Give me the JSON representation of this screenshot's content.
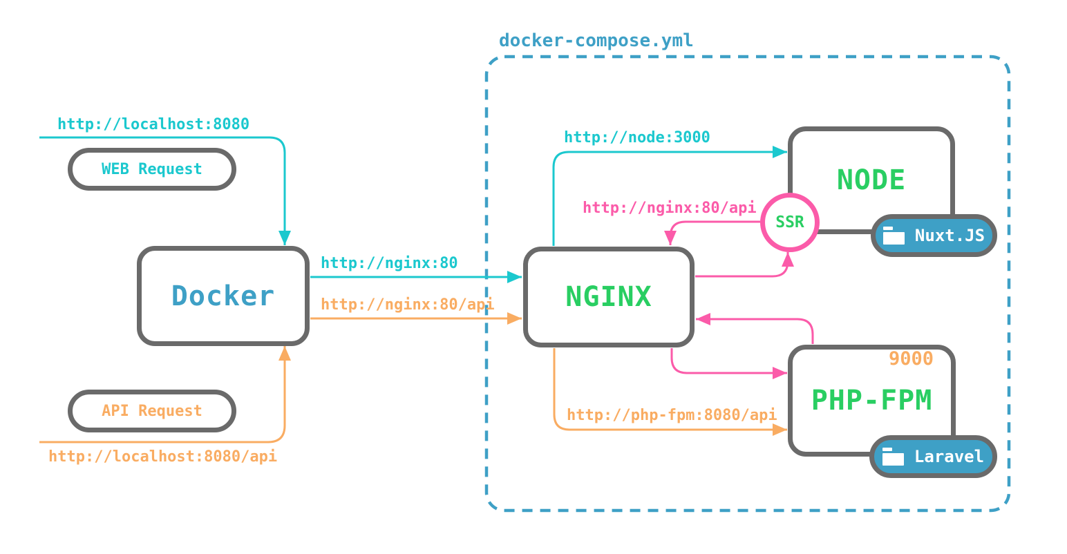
{
  "diagram": {
    "compose_title": "docker-compose.yml",
    "colors": {
      "teal": "#1bc8ce",
      "blue": "#3ea0c6",
      "green": "#29ce62",
      "pink": "#fb5ba9",
      "orange": "#f9ac62",
      "border_gray": "#6a6a6a"
    },
    "nodes": {
      "docker": {
        "label": "Docker"
      },
      "nginx": {
        "label": "NGINX"
      },
      "node": {
        "label": "NODE",
        "badge": "Nuxt.JS"
      },
      "php_fpm": {
        "label": "PHP-FPM",
        "badge": "Laravel",
        "port": "9000"
      },
      "ssr": {
        "label": "SSR"
      }
    },
    "pills": {
      "web_request": {
        "label": "WEB Request"
      },
      "api_request": {
        "label": "API Request"
      }
    },
    "edges": {
      "localhost_web": {
        "label": "http://localhost:8080",
        "from": "browser",
        "to": "docker"
      },
      "docker_nginx_web": {
        "label": "http://nginx:80",
        "from": "docker",
        "to": "nginx"
      },
      "docker_nginx_api": {
        "label": "http://nginx:80/api",
        "from": "docker",
        "to": "nginx"
      },
      "localhost_api": {
        "label": "http://localhost:8080/api",
        "from": "client",
        "to": "docker"
      },
      "nginx_node": {
        "label": "http://node:3000",
        "from": "nginx",
        "to": "node"
      },
      "ssr_nginx": {
        "label": "http://nginx:80/api",
        "from": "ssr",
        "to": "nginx"
      },
      "nginx_phpfpm": {
        "label": "http://php-fpm:8080/api",
        "from": "nginx",
        "to": "php_fpm"
      }
    }
  }
}
